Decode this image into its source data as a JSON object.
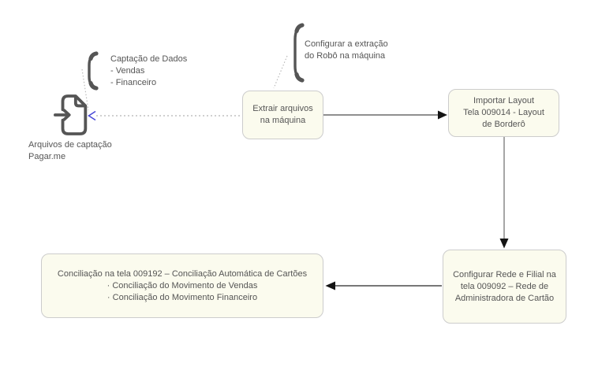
{
  "colors": {
    "background": "#ffffff",
    "node_fill": "#fbfbee",
    "node_border": "#cccccc",
    "text": "#555555",
    "solid_connector": "#8f8f8f",
    "arrowhead": "#141414",
    "dotted_connector": "#b5b5b5",
    "blue_arrowhead": "#4747d6",
    "brace": "#555555",
    "icon": "#555555"
  },
  "source": {
    "icon": "file-import-icon",
    "label": {
      "line1": "Arquivos de captação",
      "line2": "Pagar.me"
    }
  },
  "annotations": {
    "captacao": {
      "line1": "Captação de Dados",
      "line2": "- Vendas",
      "line3": "- Financeiro"
    },
    "robo": {
      "line1": "Configurar a extração",
      "line2": "do Robô na máquina"
    }
  },
  "nodes": {
    "extrair": {
      "line1": "Extrair arquivos",
      "line2": "na máquina"
    },
    "importar": {
      "line1": "Importar Layout",
      "line2": "Tela 009014 - Layout",
      "line3": "de Borderô"
    },
    "configurar_rede": {
      "line1": "Configurar Rede e Filial na",
      "line2": "tela 009092 – Rede de",
      "line3": "Administradora de Cartão"
    },
    "conciliacao": {
      "line1": "Conciliação na tela 009192 – Conciliação Automática de Cartões",
      "line2": "· Conciliação do Movimento de Vendas",
      "line3": "· Conciliação do Movimento Financeiro"
    }
  }
}
